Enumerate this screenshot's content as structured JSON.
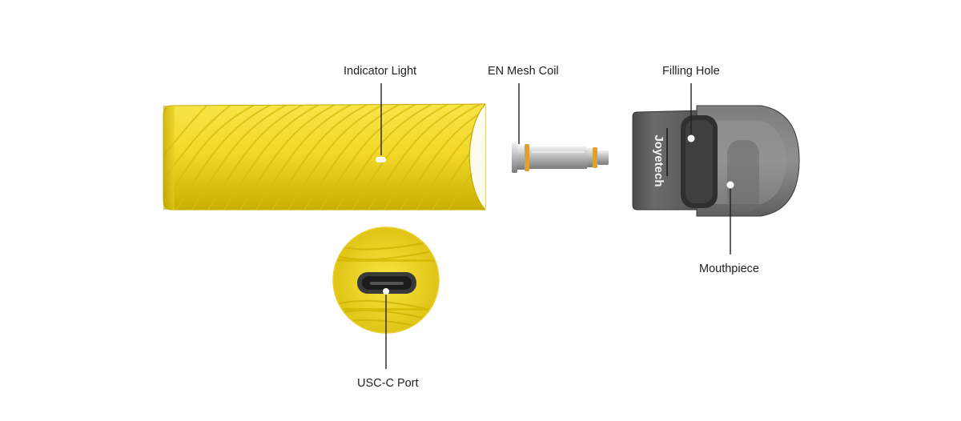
{
  "labels": {
    "indicator_light": "Indicator Light",
    "mesh_coil": "EN Mesh Coil",
    "filling_hole": "Filling Hole",
    "mouthpiece": "Mouthpiece",
    "usbc_port": "USC-C Port"
  },
  "pod_brand": "Joyetech",
  "colors": {
    "body_yellow": "#f2d92a",
    "body_shadow": "#b8a000",
    "pod_grey": "#5d5d5d",
    "coil_silver": "#c8c8c8",
    "coil_ring": "#e0a030",
    "leader_line": "#222222"
  }
}
